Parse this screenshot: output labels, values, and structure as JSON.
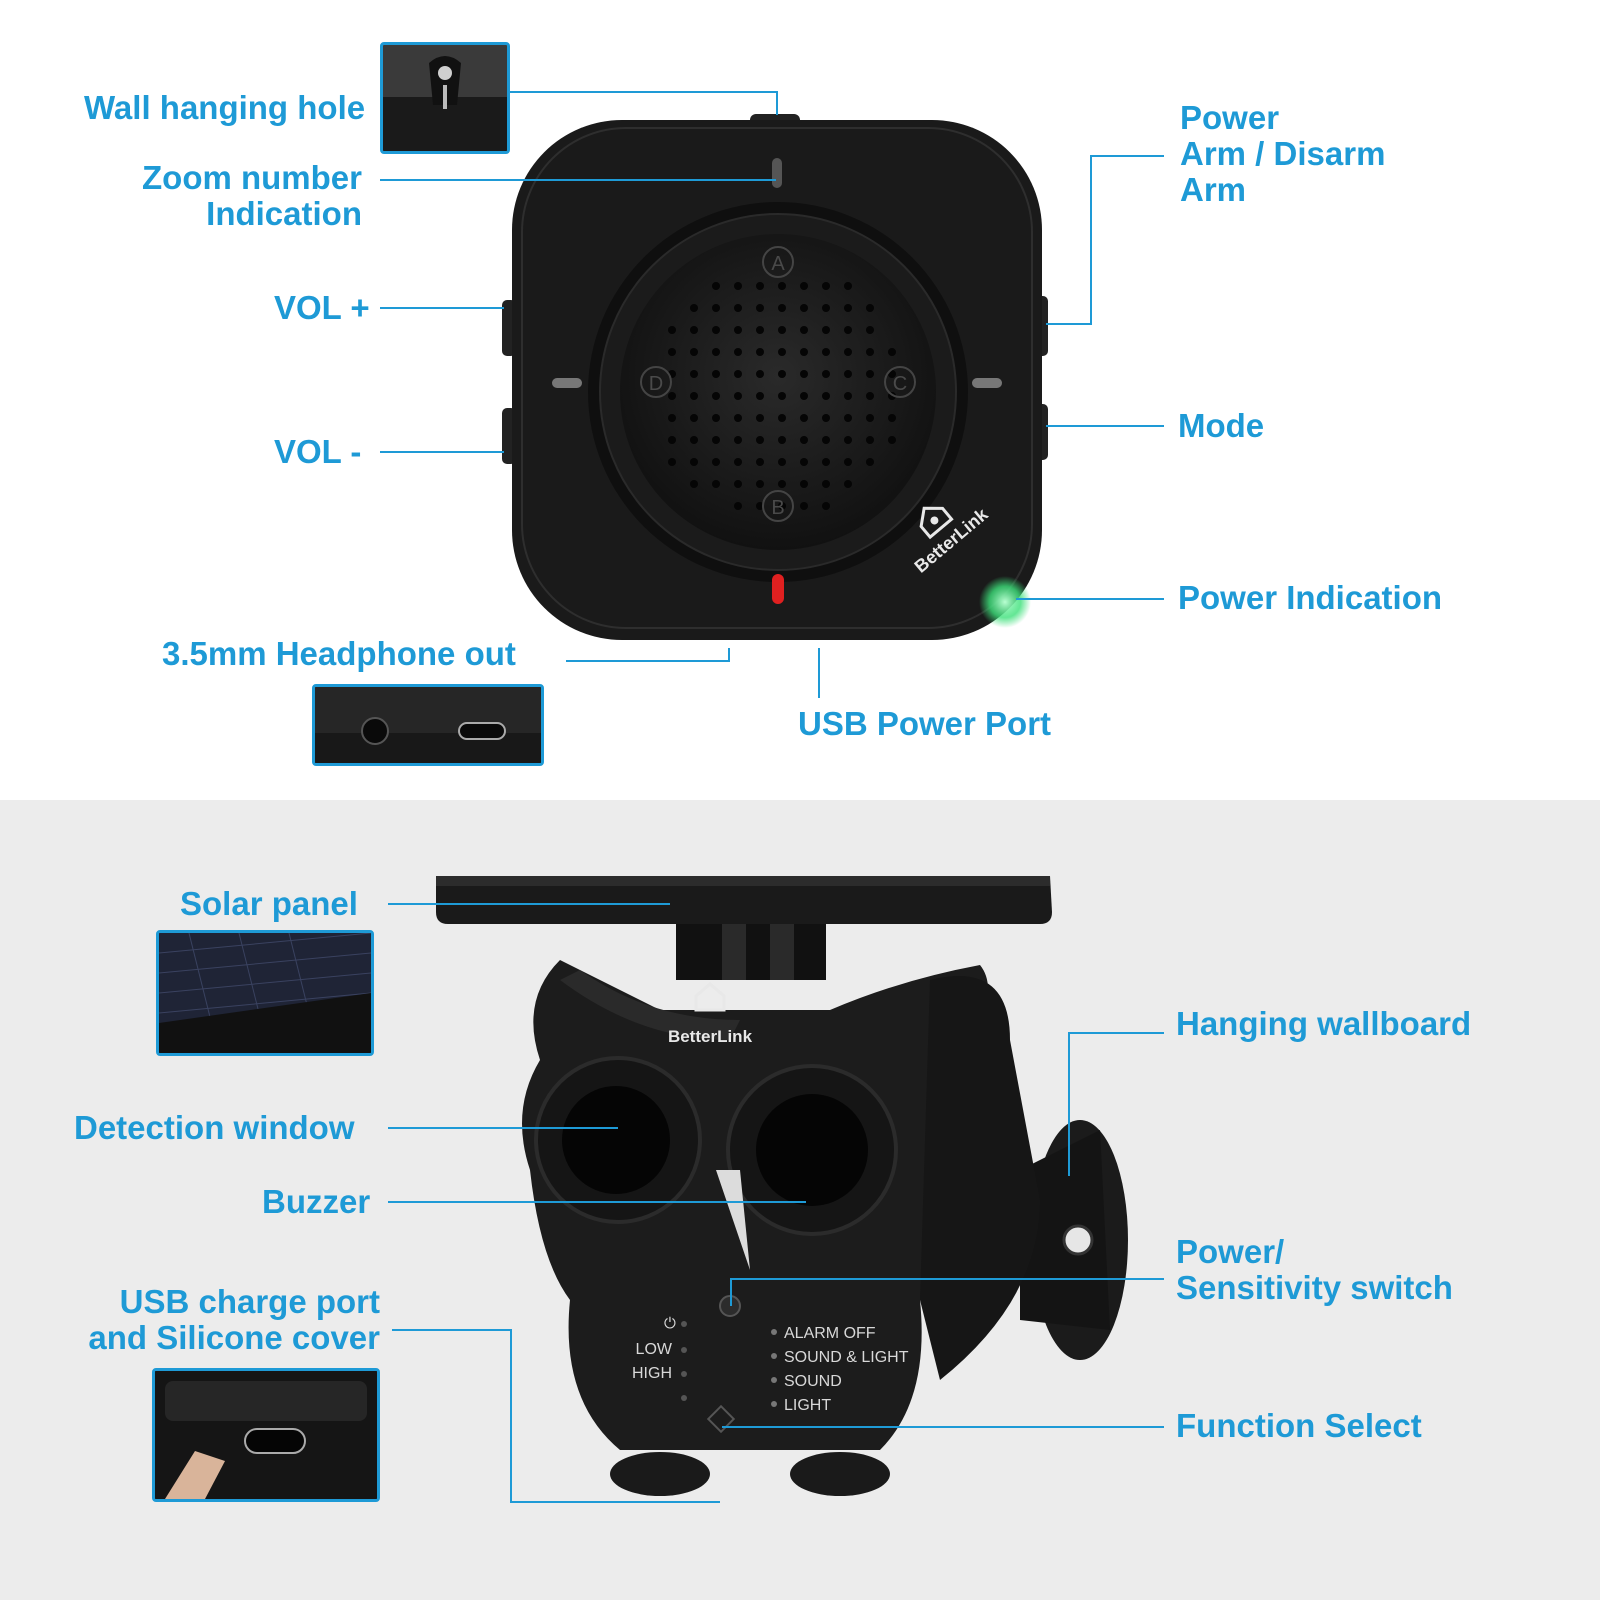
{
  "top_panel": {
    "labels": {
      "wall_hanging_hole": "Wall hanging hole",
      "zoom_number_1": "Zoom number",
      "zoom_number_2": "Indication",
      "vol_plus": "VOL +",
      "vol_minus": "VOL -",
      "headphone_out": "3.5mm Headphone out",
      "power_1": "Power",
      "power_2": "Arm / Disarm",
      "power_3": "Arm",
      "mode": "Mode",
      "power_indication": "Power Indication",
      "usb_power_port": "USB Power Port"
    },
    "device": {
      "brand": "BetterLink",
      "zones": [
        "A",
        "B",
        "C",
        "D"
      ]
    }
  },
  "bottom_panel": {
    "labels": {
      "solar_panel": "Solar panel",
      "detection_window": "Detection window",
      "buzzer": "Buzzer",
      "usb_charge_1": "USB charge port",
      "usb_charge_2": "and Silicone cover",
      "hanging_wallboard": "Hanging wallboard",
      "power_sensitivity_1": "Power/",
      "power_sensitivity_2": "Sensitivity switch",
      "function_select": "Function Select"
    },
    "device": {
      "brand": "BetterLink",
      "sensitivity_options": [
        "LOW",
        "HIGH"
      ],
      "function_options": [
        "ALARM OFF",
        "SOUND & LIGHT",
        "SOUND",
        "LIGHT"
      ]
    }
  },
  "colors": {
    "accent": "#1e9ad6",
    "device_body": "#1a1a1a",
    "bottom_background": "#ececec",
    "status_red": "#e02020",
    "status_green": "#3de07a"
  }
}
